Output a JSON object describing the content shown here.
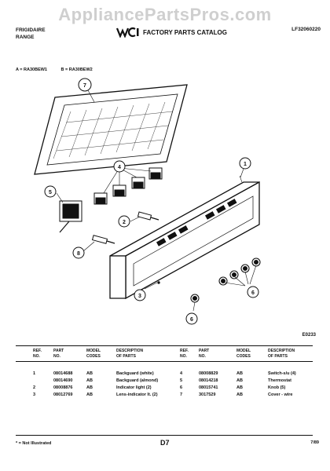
{
  "watermark": "AppliancePartsPros.com",
  "header": {
    "brand": "FRIGIDAIRE",
    "product": "RANGE",
    "catalog_title": "FACTORY PARTS CATALOG",
    "catalog_number": "LF32060220"
  },
  "models": {
    "a": "A = RA30BEW1",
    "b": "B = RA30BEW2"
  },
  "diagram": {
    "code": "E0233",
    "callouts": [
      "1",
      "2",
      "3",
      "4",
      "5",
      "6",
      "7",
      "8"
    ]
  },
  "table": {
    "headers": {
      "ref": [
        "REF.",
        "NO."
      ],
      "part": [
        "PART",
        "NO."
      ],
      "model": [
        "MODEL",
        "CODES"
      ],
      "desc": [
        "DESCRIPTION",
        "OF PARTS"
      ]
    },
    "left_rows": [
      {
        "ref": "1",
        "part": "08014688",
        "model": "AB",
        "desc": "Backguard (white)"
      },
      {
        "ref": "",
        "part": "08014690",
        "model": "AB",
        "desc": "Backguard (almond)"
      },
      {
        "ref": "2",
        "part": "08008876",
        "model": "AB",
        "desc": "Indicator light (2)"
      },
      {
        "ref": "3",
        "part": "08012769",
        "model": "AB",
        "desc": "Lens-indicator lt. (2)"
      }
    ],
    "right_rows": [
      {
        "ref": "4",
        "part": "08008829",
        "model": "AB",
        "desc": "Switch-s/u (4)"
      },
      {
        "ref": "5",
        "part": "08014218",
        "model": "AB",
        "desc": "Thermostat"
      },
      {
        "ref": "6",
        "part": "08015741",
        "model": "AB",
        "desc": "Knob (5)"
      },
      {
        "ref": "7",
        "part": "3017529",
        "model": "AB",
        "desc": "Cover - wire"
      }
    ]
  },
  "footer": {
    "note": "* = Not Illustrated",
    "page": "D7",
    "date": "7/89"
  }
}
